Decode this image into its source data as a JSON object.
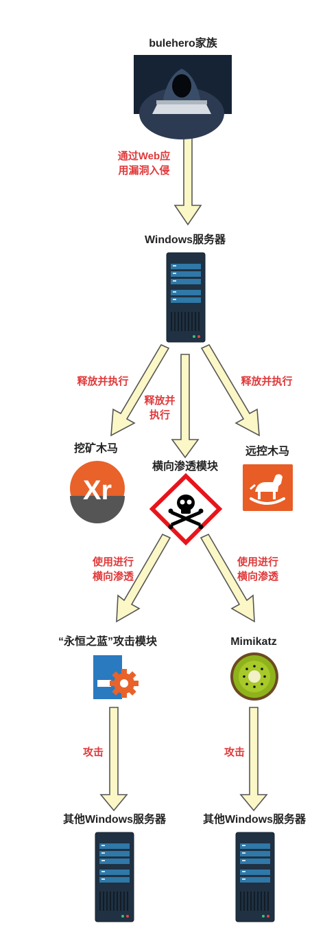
{
  "nodes": {
    "attacker": "bulehero家族",
    "server": "Windows服务器",
    "miner": "挖矿木马",
    "lateral": "横向渗透模块",
    "rat": "远控木马",
    "eternalblue": "“永恒之蓝”攻击模块",
    "mimikatz": "Mimikatz",
    "other_server_left": "其他Windows服务器",
    "other_server_right": "其他Windows服务器"
  },
  "edges": {
    "web_vuln": [
      "通过Web应",
      "用漏洞入侵"
    ],
    "release_left": [
      "释放并执行"
    ],
    "release_middle": [
      "释放并",
      "执行"
    ],
    "release_right": [
      "释放并执行"
    ],
    "use_left": [
      "使用进行",
      "横向渗透"
    ],
    "use_right": [
      "使用进行",
      "横向渗透"
    ],
    "attack_left": [
      "攻击"
    ],
    "attack_right": [
      "攻击"
    ]
  },
  "icons": {
    "attacker": "hooded-hacker-icon",
    "server": "server-rack-icon",
    "miner": "xmrig-xr-logo-icon",
    "lateral": "skull-crossbones-hazard-icon",
    "rat": "rocking-horse-icon",
    "eternalblue": "blue-gear-module-icon",
    "mimikatz": "kiwi-fruit-icon"
  },
  "colors": {
    "arrow_fill": "#fbf7c6",
    "arrow_stroke": "#555555",
    "edge_label": "#e0393a",
    "server_body": "#1f3142",
    "server_slot": "#2f78a8",
    "miner_orange": "#e8622a",
    "rat_orange": "#e85d25",
    "hazard_red": "#e8141b"
  }
}
